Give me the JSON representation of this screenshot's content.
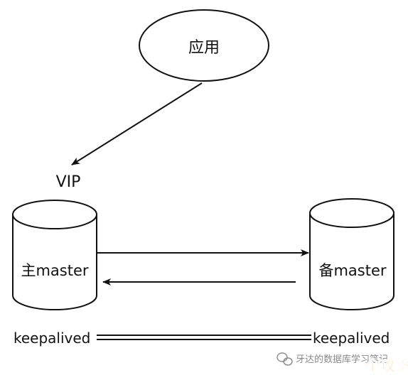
{
  "diagram": {
    "app_label": "应用",
    "vip_label": "VIP",
    "master_primary_label": "主master",
    "master_backup_label": "备master",
    "keepalived_left": "keepalived",
    "keepalived_right": "keepalived"
  },
  "watermark": {
    "source_text": "牙达的数据库学习笔记",
    "badge_text": "全攻略"
  },
  "colors": {
    "stroke": "#111111",
    "background": "#ffffff",
    "watermark_text": "#8a8a8a",
    "badge": "#e8a21a"
  }
}
